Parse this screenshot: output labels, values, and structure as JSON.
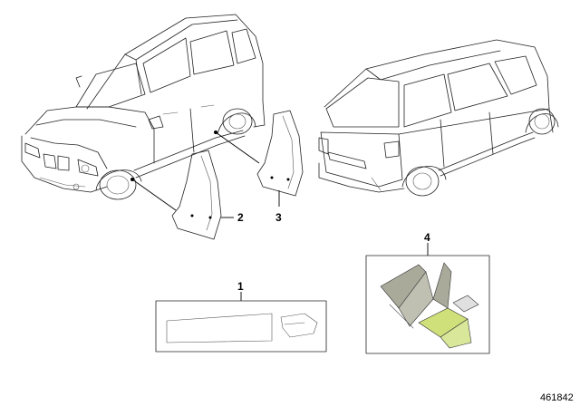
{
  "callouts": [
    {
      "id": "1",
      "label": "1"
    },
    {
      "id": "2",
      "label": "2"
    },
    {
      "id": "3",
      "label": "3"
    },
    {
      "id": "4",
      "label": "4"
    }
  ],
  "document_number": "461842",
  "colors": {
    "line": "#222222",
    "highlight": "#cfe07a",
    "part_gray": "#a9aa9a"
  }
}
